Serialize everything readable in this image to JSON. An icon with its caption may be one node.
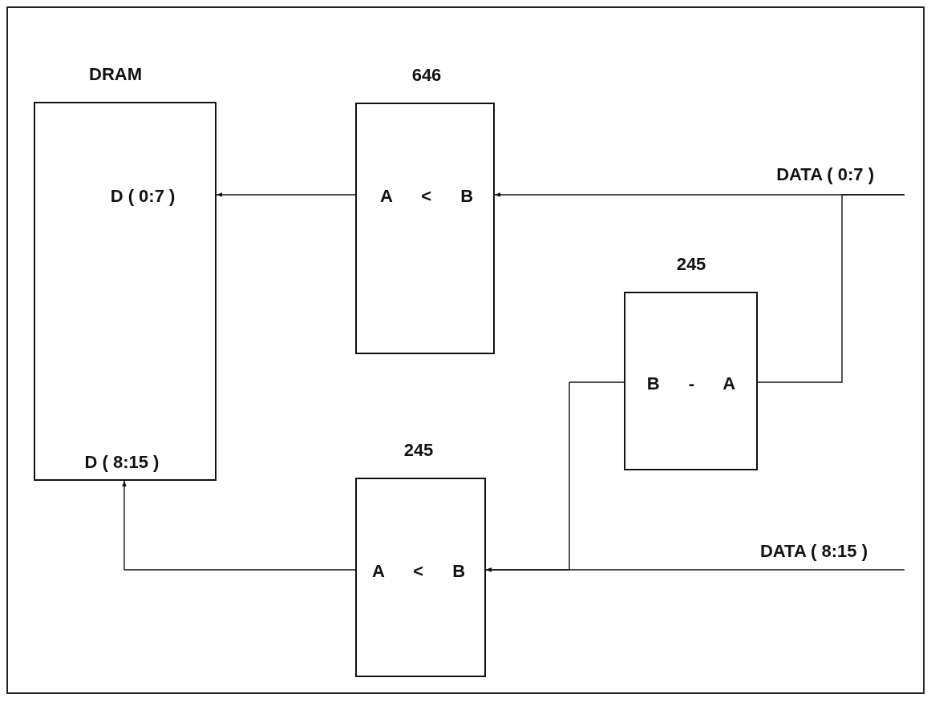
{
  "diagram": {
    "nodes": [
      {
        "text": [
          "DRAM",
          "D ( 0:7 )",
          "D ( 8:15 )"
        ]
      },
      {
        "text": [
          "646",
          "A < B"
        ]
      },
      {
        "text": [
          "245",
          "B - A"
        ]
      },
      {
        "text": [
          "245",
          "A < B"
        ]
      }
    ],
    "edges": [
      {
        "from": null,
        "to": 1,
        "arrow": "to",
        "label": "DATA ( 0:7 )"
      },
      {
        "from": 1,
        "to": 0,
        "arrow": "to"
      },
      {
        "from": null,
        "to": 2,
        "arrow": "none"
      },
      {
        "from": 2,
        "to": 3,
        "arrow": "to"
      },
      {
        "from": null,
        "to": 3,
        "arrow": "to",
        "label": "DATA ( 8:15 )"
      },
      {
        "from": 3,
        "to": 0,
        "arrow": "to"
      }
    ]
  }
}
